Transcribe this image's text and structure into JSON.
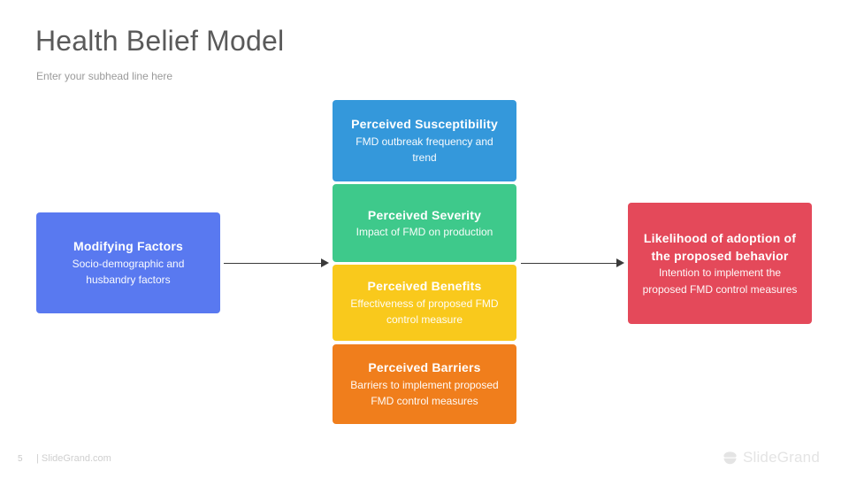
{
  "header": {
    "title": "Health Belief Model",
    "subhead": "Enter your subhead line here"
  },
  "diagram": {
    "modifying": {
      "title": "Modifying Factors",
      "desc": "Socio-demographic  and husbandry  factors",
      "color": "#5979f0"
    },
    "susceptibility": {
      "title": "Perceived  Susceptibility",
      "desc": "FMD outbreak  frequency  and trend",
      "color": "#3498db"
    },
    "severity": {
      "title": "Perceived  Severity",
      "desc": "Impact  of FMD on production",
      "color": "#3ec98b"
    },
    "benefits": {
      "title": "Perceived  Benefits",
      "desc": "Effectiveness  of proposed  FMD control  measure",
      "color": "#f9c91c"
    },
    "barriers": {
      "title": "Perceived  Barriers",
      "desc": "Barriers  to implement  proposed  FMD control  measures",
      "color": "#f07e1c"
    },
    "likelihood": {
      "title": "Likelihood of adoption of the proposed behavior",
      "desc": "Intention  to implement  the proposed  FMD control  measures",
      "color": "#e4495a"
    }
  },
  "footer": {
    "page_number": "5",
    "site": "| SlideGrand.com",
    "brand_name": "SlideGrand",
    "brand_icon": "sphere-logo-icon"
  }
}
